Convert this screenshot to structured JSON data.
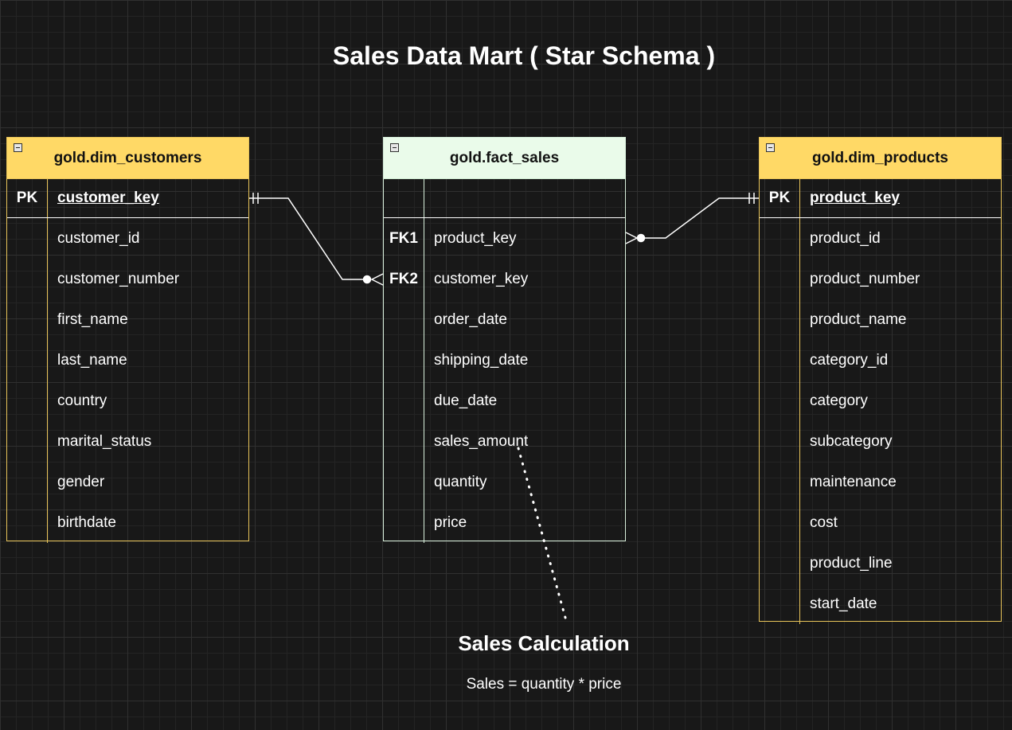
{
  "title": "Sales Data Mart ( Star Schema )",
  "entities": {
    "customers": {
      "name": "gold.dim_customers",
      "pk_label": "PK",
      "pk_column": "customer_key",
      "columns": [
        "customer_id",
        "customer_number",
        "first_name",
        "last_name",
        "country",
        "marital_status",
        "gender",
        "birthdate"
      ]
    },
    "fact_sales": {
      "name": "gold.fact_sales",
      "columns": [
        {
          "key": "FK1",
          "name": "product_key"
        },
        {
          "key": "FK2",
          "name": "customer_key"
        },
        {
          "key": "",
          "name": "order_date"
        },
        {
          "key": "",
          "name": "shipping_date"
        },
        {
          "key": "",
          "name": "due_date"
        },
        {
          "key": "",
          "name": "sales_amount"
        },
        {
          "key": "",
          "name": "quantity"
        },
        {
          "key": "",
          "name": "price"
        }
      ]
    },
    "products": {
      "name": "gold.dim_products",
      "pk_label": "PK",
      "pk_column": "product_key",
      "columns": [
        "product_id",
        "product_number",
        "product_name",
        "category_id",
        "category",
        "subcategory",
        "maintenance",
        "cost",
        "product_line",
        "start_date"
      ]
    }
  },
  "relationships": [
    {
      "from": "gold.dim_customers.customer_key",
      "to": "gold.fact_sales.customer_key",
      "from_end": "one-and-only-one",
      "to_end": "zero-or-many"
    },
    {
      "from": "gold.dim_products.product_key",
      "to": "gold.fact_sales.product_key",
      "from_end": "one-and-only-one",
      "to_end": "zero-or-many"
    }
  ],
  "note": {
    "title": "Sales Calculation",
    "formula": "Sales = quantity * price",
    "points_to": "sales_amount"
  },
  "colors": {
    "background": "#181818",
    "dimension_header": "#ffd966",
    "dimension_border": "#e8c45a",
    "fact_header": "#eafbea",
    "fact_border": "#d8f0dc",
    "text": "#ffffff",
    "connector": "#ffffff"
  }
}
